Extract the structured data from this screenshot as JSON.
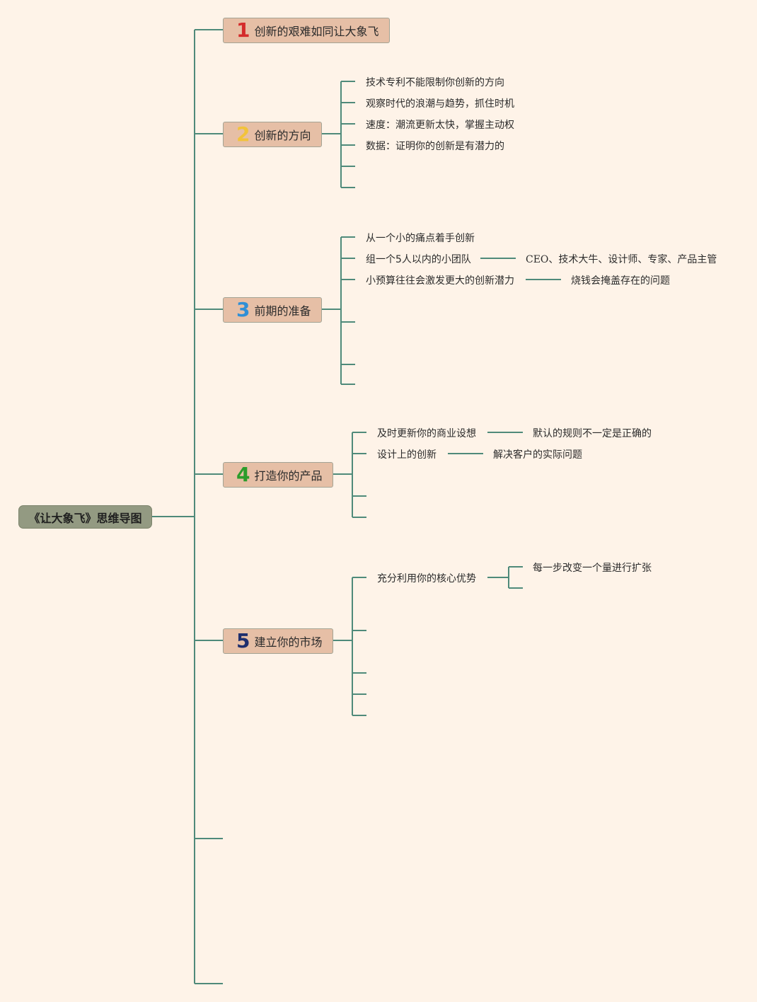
{
  "root": {
    "label": "《让大象飞》思维导图"
  },
  "branches": [
    {
      "num": "1",
      "num_color": "#d42b2b",
      "label": "创新的艰难如同让大象飞"
    },
    {
      "num": "2",
      "num_color": "#f2c33a",
      "label": "创新的方向"
    },
    {
      "num": "3",
      "num_color": "#2f8fd6",
      "label": "前期的准备"
    },
    {
      "num": "4",
      "num_color": "#2b9c2b",
      "label": "打造你的产品"
    },
    {
      "num": "5",
      "num_color": "#1f2f6e",
      "label": "建立你的市场"
    }
  ],
  "direction_items": [
    "技术专利不能限制你创新的方向",
    "观察时代的浪潮与趋势，抓住时机",
    "速度：潮流更新太快，掌握主动权",
    "数据：证明你的创新是有潜力的"
  ],
  "prep_items": [
    {
      "label": "从一个小的痛点着手创新",
      "detail": ""
    },
    {
      "label": "组一个5人以内的小团队",
      "detail": "CEO、技术大牛、设计师、专家、产品主管"
    },
    {
      "label": "小预算往往会激发更大的创新潜力",
      "detail": "烧钱会掩盖存在的问题"
    }
  ],
  "product_items": [
    {
      "label": "及时更新你的商业设想",
      "detail": "默认的规则不一定是正确的"
    },
    {
      "label": "设计上的创新",
      "detail": "解决客户的实际问题"
    }
  ],
  "market_items": [
    {
      "label": "充分利用你的核心优势",
      "detail": "每一步改变一个量进行扩张"
    }
  ],
  "colors": {
    "line": "#4f8a7a",
    "background": "#fef3e8",
    "branch_fill": "#e6bfa6",
    "root_fill": "#939a82"
  }
}
